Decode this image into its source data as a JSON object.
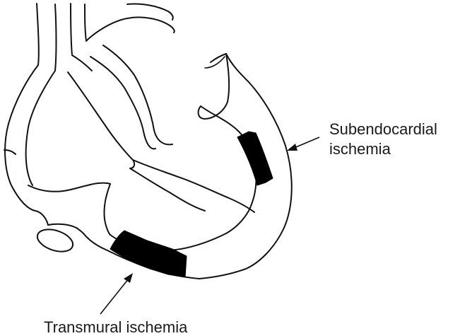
{
  "labels": {
    "subendocardial_line1": "Subendocardial",
    "subendocardial_line2": "ischemia",
    "transmural": "Transmural ischemia"
  },
  "colors": {
    "outline": "#111111",
    "ischemia_fill": "#000000",
    "background": "#ffffff"
  }
}
